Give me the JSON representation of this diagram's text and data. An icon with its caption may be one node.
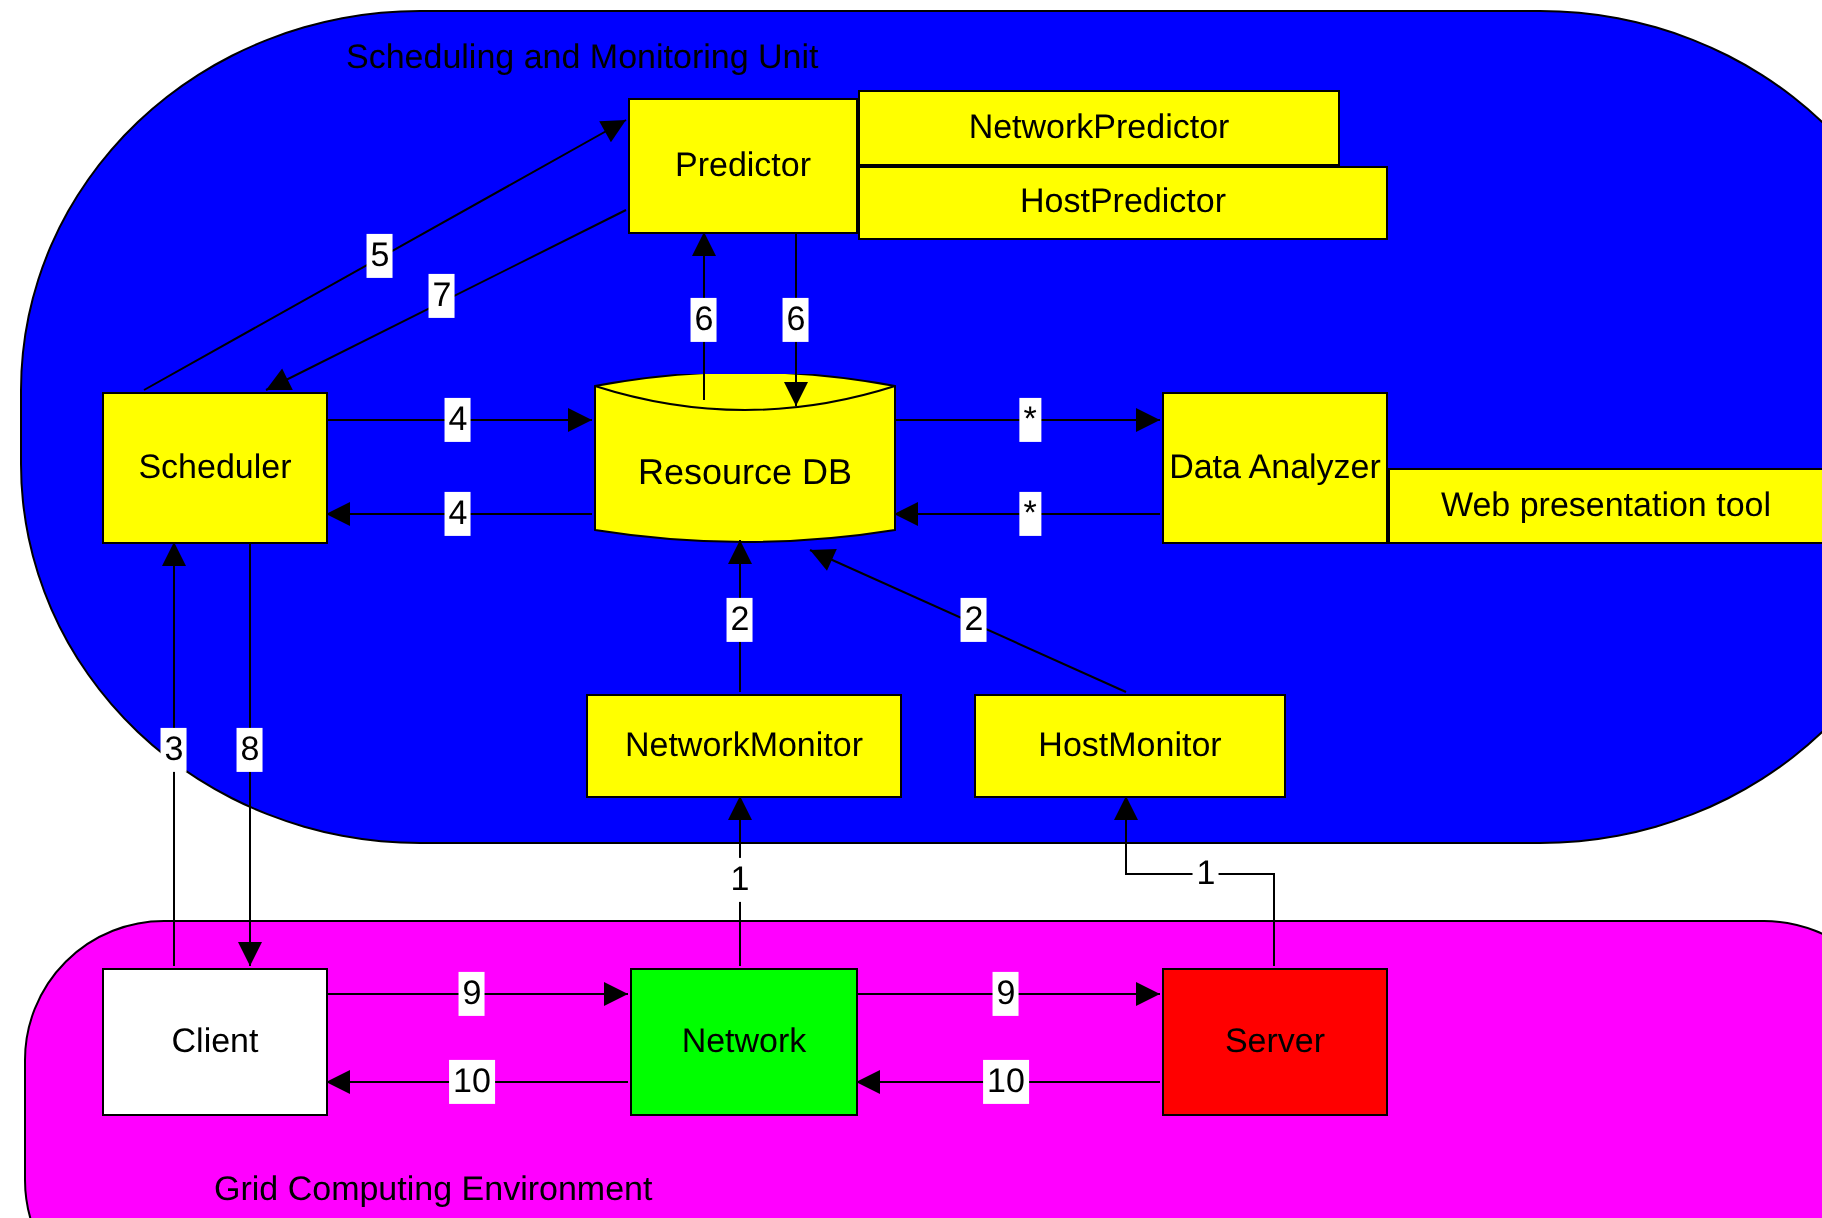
{
  "diagram": {
    "nodes": [
      {
        "text": [
          "Scheduling and Monitoring Unit"
        ]
      },
      {
        "text": [
          "Predictor"
        ],
        "in": 0
      },
      {
        "text": [
          "NetworkPredictor"
        ],
        "in": 0
      },
      {
        "text": [
          "HostPredictor"
        ],
        "in": 0
      },
      {
        "text": [
          "Scheduler"
        ],
        "in": 0
      },
      {
        "text": [
          "Resource DB"
        ],
        "in": 0
      },
      {
        "text": [
          "Data Analyzer"
        ],
        "in": 0
      },
      {
        "text": [
          "Web presentation tool"
        ],
        "in": 0
      },
      {
        "text": [
          "NetworkMonitor"
        ],
        "in": 0
      },
      {
        "text": [
          "HostMonitor"
        ],
        "in": 0
      },
      {
        "text": [
          "Grid Computing Environment"
        ]
      },
      {
        "text": [
          "Client"
        ],
        "in": 10
      },
      {
        "text": [
          "Network"
        ],
        "in": 10
      },
      {
        "text": [
          "Server"
        ],
        "in": 10
      }
    ],
    "edges": [
      {
        "from": 4,
        "to": 1,
        "arrow": "to",
        "label": "5"
      },
      {
        "from": 1,
        "to": 4,
        "arrow": "to",
        "label": "7"
      },
      {
        "from": 5,
        "to": 1,
        "arrow": "to",
        "label": "6"
      },
      {
        "from": 1,
        "to": 5,
        "arrow": "to",
        "label": "6"
      },
      {
        "from": 4,
        "to": 5,
        "arrow": "to",
        "label": "4"
      },
      {
        "from": 5,
        "to": 4,
        "arrow": "to",
        "label": "4"
      },
      {
        "from": 5,
        "to": 6,
        "arrow": "to",
        "label": "*"
      },
      {
        "from": 6,
        "to": 5,
        "arrow": "to",
        "label": "*"
      },
      {
        "from": 8,
        "to": 5,
        "arrow": "to",
        "label": "2"
      },
      {
        "from": 9,
        "to": 5,
        "arrow": "to",
        "label": "2"
      },
      {
        "from": 11,
        "to": 4,
        "arrow": "to",
        "label": "3"
      },
      {
        "from": 4,
        "to": 11,
        "arrow": "to",
        "label": "8"
      },
      {
        "from": 12,
        "to": 8,
        "arrow": "to",
        "label": "1"
      },
      {
        "from": 13,
        "to": 9,
        "arrow": "to",
        "label": "1"
      },
      {
        "from": 11,
        "to": 12,
        "arrow": "to",
        "label": "9"
      },
      {
        "from": 12,
        "to": 13,
        "arrow": "to",
        "label": "9"
      },
      {
        "from": 12,
        "to": 11,
        "arrow": "to",
        "label": "10"
      },
      {
        "from": 13,
        "to": 12,
        "arrow": "to",
        "label": "10"
      }
    ]
  }
}
